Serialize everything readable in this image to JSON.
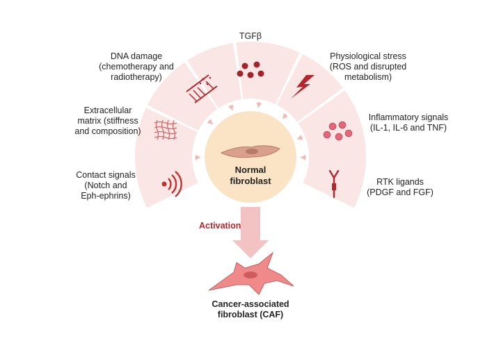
{
  "center": {
    "line1": "Normal",
    "line2": "fibroblast"
  },
  "activation_label": "Activation",
  "caf": {
    "line1": "Cancer-associated",
    "line2": "fibroblast (CAF)"
  },
  "signals": [
    {
      "id": "contact",
      "lines": [
        "Contact signals",
        "(Notch and",
        "Eph-ephrins)"
      ],
      "icon": "wifi-signal-icon"
    },
    {
      "id": "ecm",
      "lines": [
        "Extracellular",
        "matrix (stiffness",
        "and composition)"
      ],
      "icon": "mesh-grid-icon"
    },
    {
      "id": "dna",
      "lines": [
        "DNA damage",
        "(chemotherapy and",
        "radiotherapy)"
      ],
      "icon": "dna-helix-icon"
    },
    {
      "id": "tgfb",
      "lines": [
        "TGFβ"
      ],
      "icon": "molecules-icon"
    },
    {
      "id": "stress",
      "lines": [
        "Physiological stress",
        "(ROS and disrupted",
        "metabolism)"
      ],
      "icon": "lightning-icon"
    },
    {
      "id": "inflammatory",
      "lines": [
        "Inflammatory signals",
        "(IL-1, IL-6 and TNF)"
      ],
      "icon": "cytokines-icon"
    },
    {
      "id": "rtk",
      "lines": [
        "RTK ligands",
        "(PDGF and FGF)"
      ],
      "icon": "receptor-icon"
    }
  ],
  "colors": {
    "sector_fill": "#fbe6e6",
    "center_fill": "#fbe3c6",
    "arrow": "#f2b8b8",
    "accent_red": "#b3262d",
    "cell_fill": "#f08a8a"
  }
}
